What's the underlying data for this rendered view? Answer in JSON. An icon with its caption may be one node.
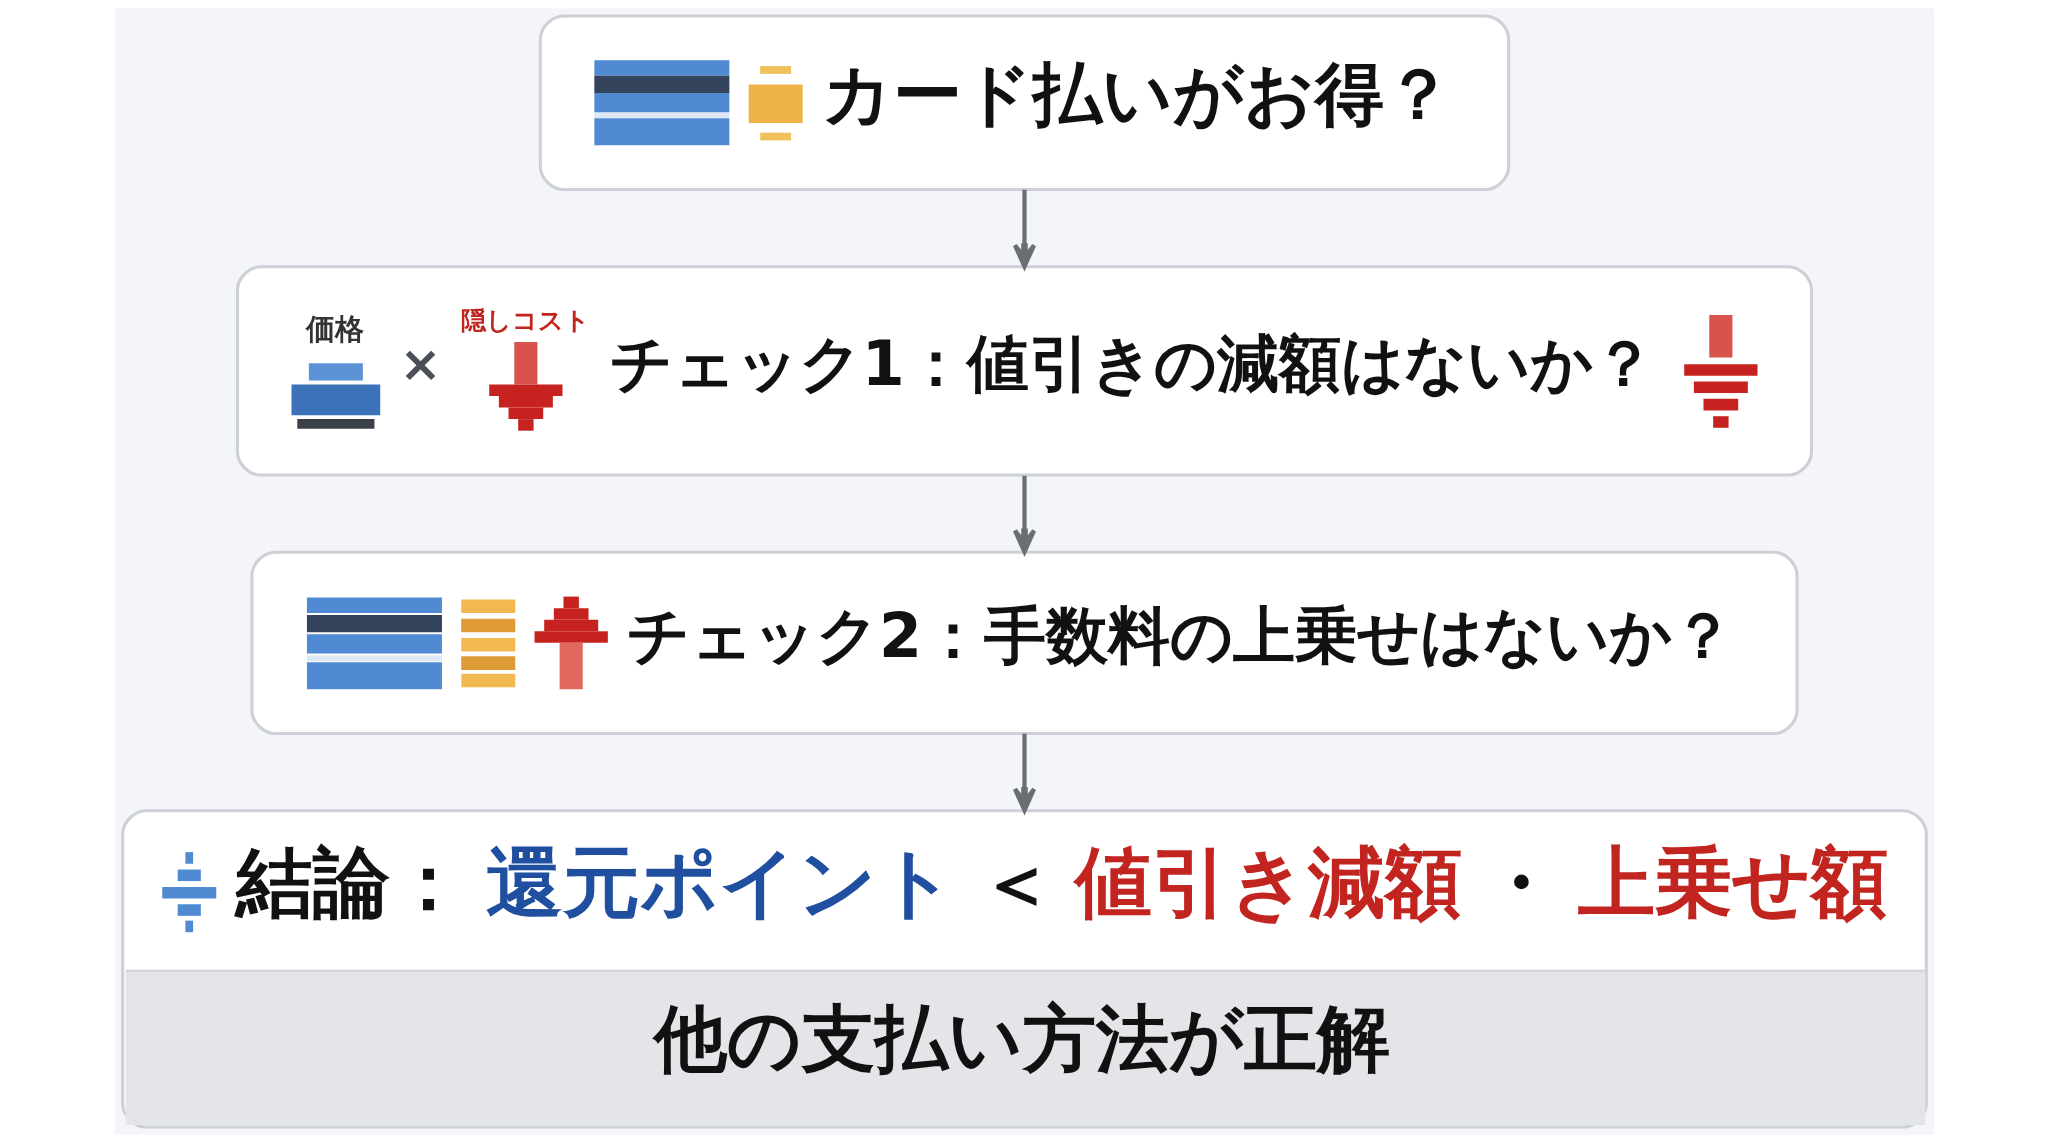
{
  "diagram": {
    "nodes": [
      {
        "text": [
          "カード払いがお得？"
        ]
      },
      {
        "text": [
          "価格",
          "×",
          "隠しコスト",
          "チェック1：値引きの減額はないか？"
        ]
      },
      {
        "text": [
          "チェック2：手数料の上乗せはないか？"
        ]
      },
      {
        "text": [
          "結論：",
          "還元ポイント",
          "＜",
          "値引き減額",
          "・",
          "上乗せ額",
          "他の支払い方法が正解"
        ]
      }
    ],
    "edges": [
      {
        "from": 0,
        "to": 1,
        "arrow": "to"
      },
      {
        "from": 1,
        "to": 2,
        "arrow": "to"
      },
      {
        "from": 2,
        "to": 3,
        "arrow": "to"
      }
    ]
  }
}
